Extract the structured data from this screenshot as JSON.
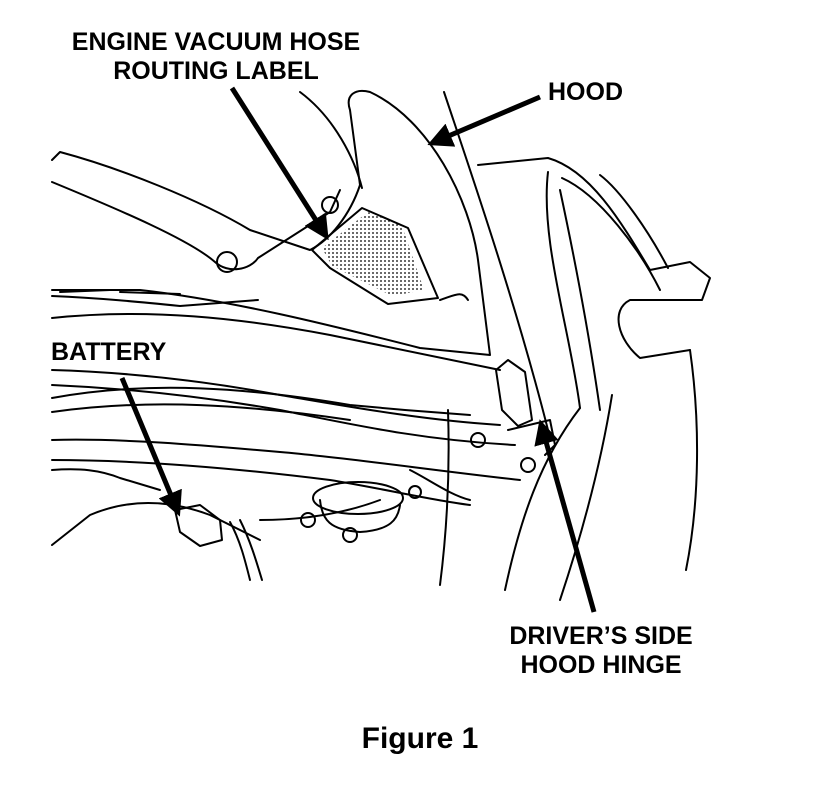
{
  "labels": {
    "engine_vacuum_line1": "ENGINE VACUUM HOSE",
    "engine_vacuum_line2": "ROUTING LABEL",
    "hood": "HOOD",
    "battery": "BATTERY",
    "hinge_line1": "DRIVER’S SIDE",
    "hinge_line2": "HOOD HINGE"
  },
  "caption": "Figure 1"
}
